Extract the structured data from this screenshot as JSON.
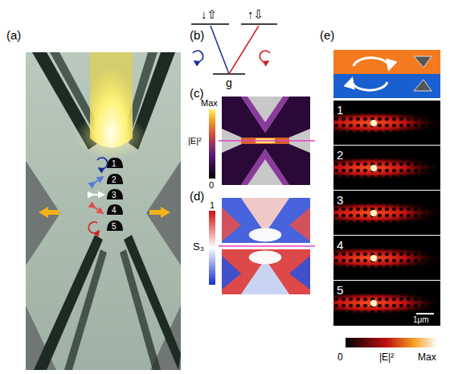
{
  "diagram": {
    "labels": [
      "(a)",
      "1",
      "2",
      "3",
      "4",
      "5",
      "(b)",
      "↓⇧",
      "↑⇩",
      "g",
      "(c)",
      "Max",
      "|E|²",
      "0",
      "(d)",
      "1",
      "S₃",
      "(e)",
      "1",
      "2",
      "3",
      "4",
      "5",
      "1μm",
      "0",
      "|E|²",
      "Max"
    ]
  }
}
